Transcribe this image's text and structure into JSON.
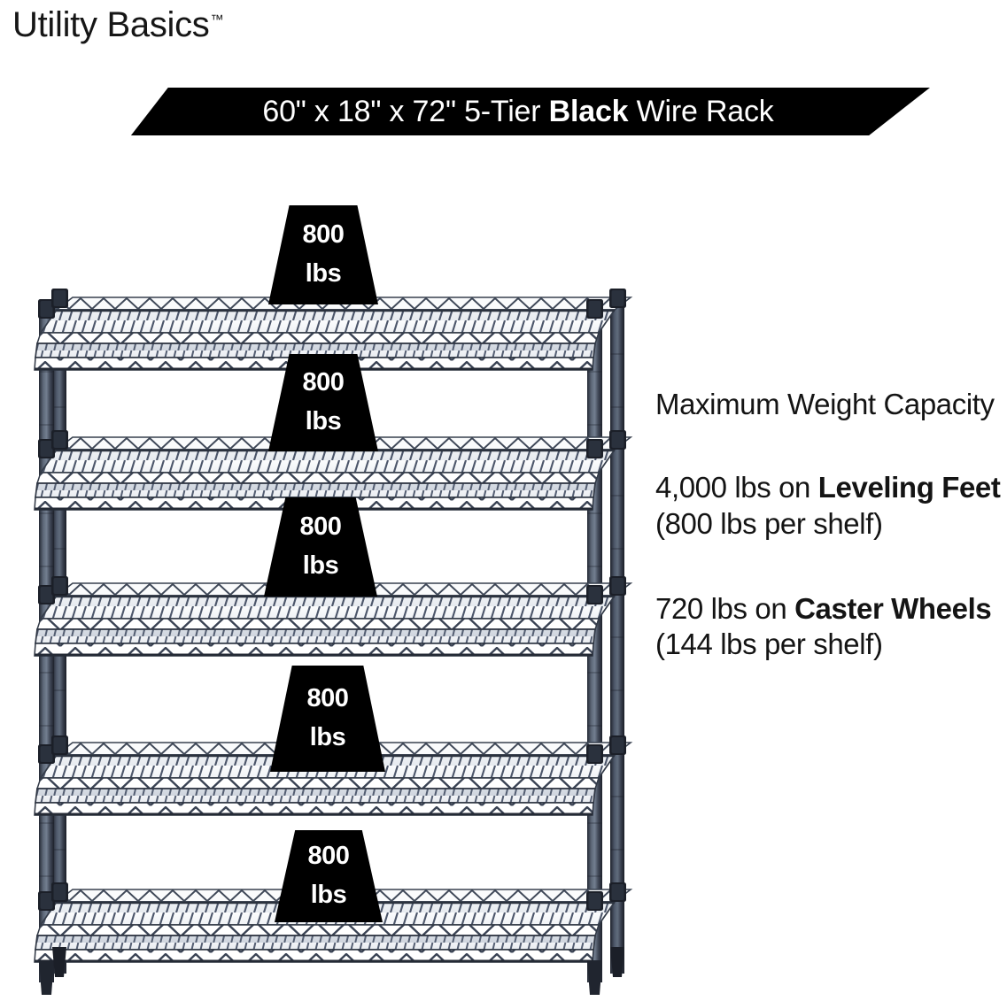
{
  "brand": {
    "name": "Utility Basics",
    "trademark": "™"
  },
  "banner": {
    "dimensions": "60\" x 18\" x 72\"",
    "tier": "5-Tier",
    "color_word": "Black",
    "product": "Wire Rack",
    "full_text": "60\" x 18\" x 72\" 5-Tier Black Wire Rack",
    "prefix": "60\" x 18\" x 72\" 5-Tier ",
    "suffix": " Wire Rack",
    "background_color": "#000000",
    "text_color": "#ffffff"
  },
  "specs": {
    "heading": "Maximum Weight Capacity",
    "leveling": {
      "lead": "4,000 lbs on ",
      "emphasis": "Leveling Feet",
      "tail": " (800 lbs per shelf)"
    },
    "caster": {
      "lead": "720 lbs on ",
      "emphasis": "Caster Wheels",
      "tail": " (144 lbs per shelf)"
    }
  },
  "rack": {
    "shelf_count": 5,
    "frame_color": "#2b313d",
    "badge_background": "#000000",
    "badge_text_color": "#ffffff",
    "badges": [
      {
        "value": "800",
        "unit": "lbs",
        "tier": 1
      },
      {
        "value": "800",
        "unit": "lbs",
        "tier": 2
      },
      {
        "value": "800",
        "unit": "lbs",
        "tier": 3
      },
      {
        "value": "800",
        "unit": "lbs",
        "tier": 4
      },
      {
        "value": "800",
        "unit": "lbs",
        "tier": 5
      }
    ]
  }
}
